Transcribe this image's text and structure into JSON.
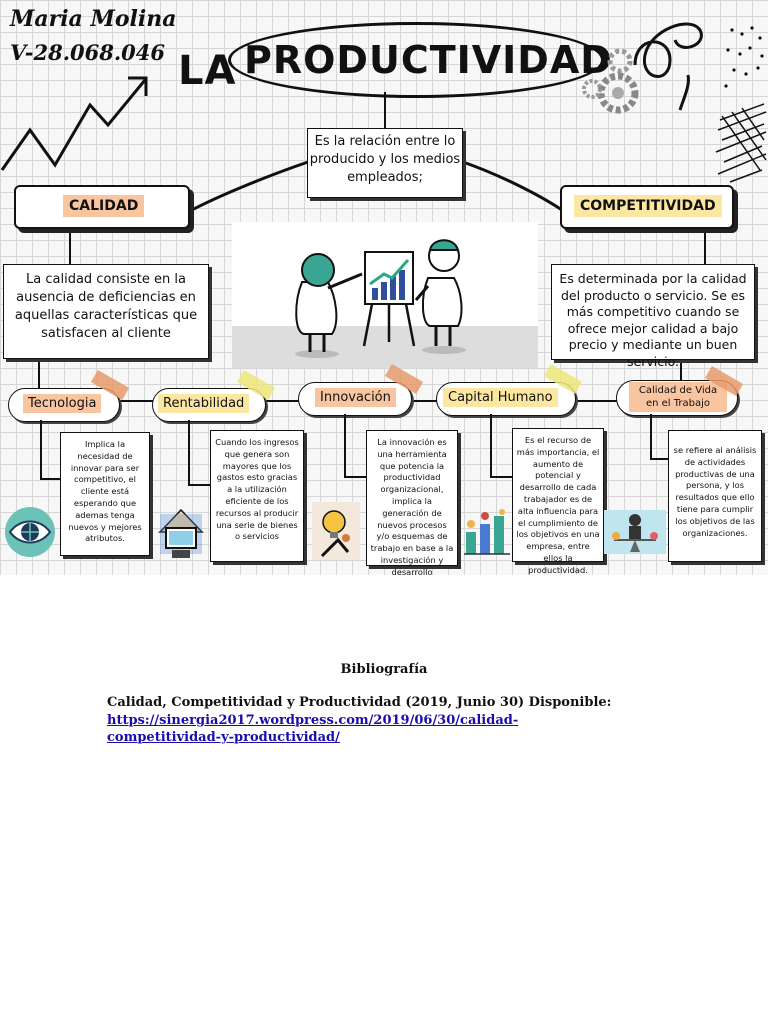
{
  "author": {
    "name": "Maria Molina",
    "id": "V-28.068.046"
  },
  "title": {
    "article": "LA",
    "main": "PRODUCTIVIDAD"
  },
  "definition": "Es la relación entre lo producido y los medios empleados;",
  "calidad": {
    "label": "CALIDAD",
    "description": "La calidad consiste en la ausencia de deficiencias en aquellas características que satisfacen al cliente"
  },
  "competitividad": {
    "label": "COMPETITIVIDAD",
    "description": "Es determinada por la calidad del producto o servicio. Se es más competitivo cuando se ofrece mejor calidad a bajo precio y mediante un buen servicio."
  },
  "factors": [
    {
      "label": "Tecnologia",
      "text": "Implica la necesidad de innovar para ser competitivo, el cliente está esperando que ademas tenga nuevos y mejores atributos.",
      "icon": "eye-globe-icon",
      "color": "#f9c5a0"
    },
    {
      "label": "Rentabilidad",
      "text": "Cuando los ingresos que genera son mayores que los gastos esto gracias a la utilización eficiente de los recursos al producir una serie de bienes o servicios",
      "icon": "computer-house-icon",
      "color": "#fbe7a1"
    },
    {
      "label": "Innovación",
      "text": "La innovación es una herramienta que potencia la productividad organizacional, implica la generación de nuevos procesos y/o esquemas de trabajo en base a la investigación y desarrollo",
      "icon": "lightbulb-person-icon",
      "color": "#f9c5a0"
    },
    {
      "label": "Capital Humano",
      "text": "Es el recurso de más importancia, el aumento de potencial y desarrollo de cada trabajador es de alta influencia para el cumplimiento de los objetivos en una empresa, entre ellos la productividad.",
      "icon": "team-icon",
      "color": "#fbe7a1"
    },
    {
      "label": "Calidad de Vida en el Trabajo",
      "text": "se refiere al análisis de actividades productivas de una persona, y los resultados que ello tiene para cumplir los objetivos de las organizaciones.",
      "icon": "balance-person-icon",
      "color": "#f9c5a0"
    }
  ],
  "bibliography": {
    "heading": "Bibliografía",
    "reference": "Calidad, Competitividad y Productividad (2019, Junio 30) Disponible:",
    "url": "https://sinergia2017.wordpress.com/2019/06/30/calidad-competitividad-y-productividad/"
  }
}
